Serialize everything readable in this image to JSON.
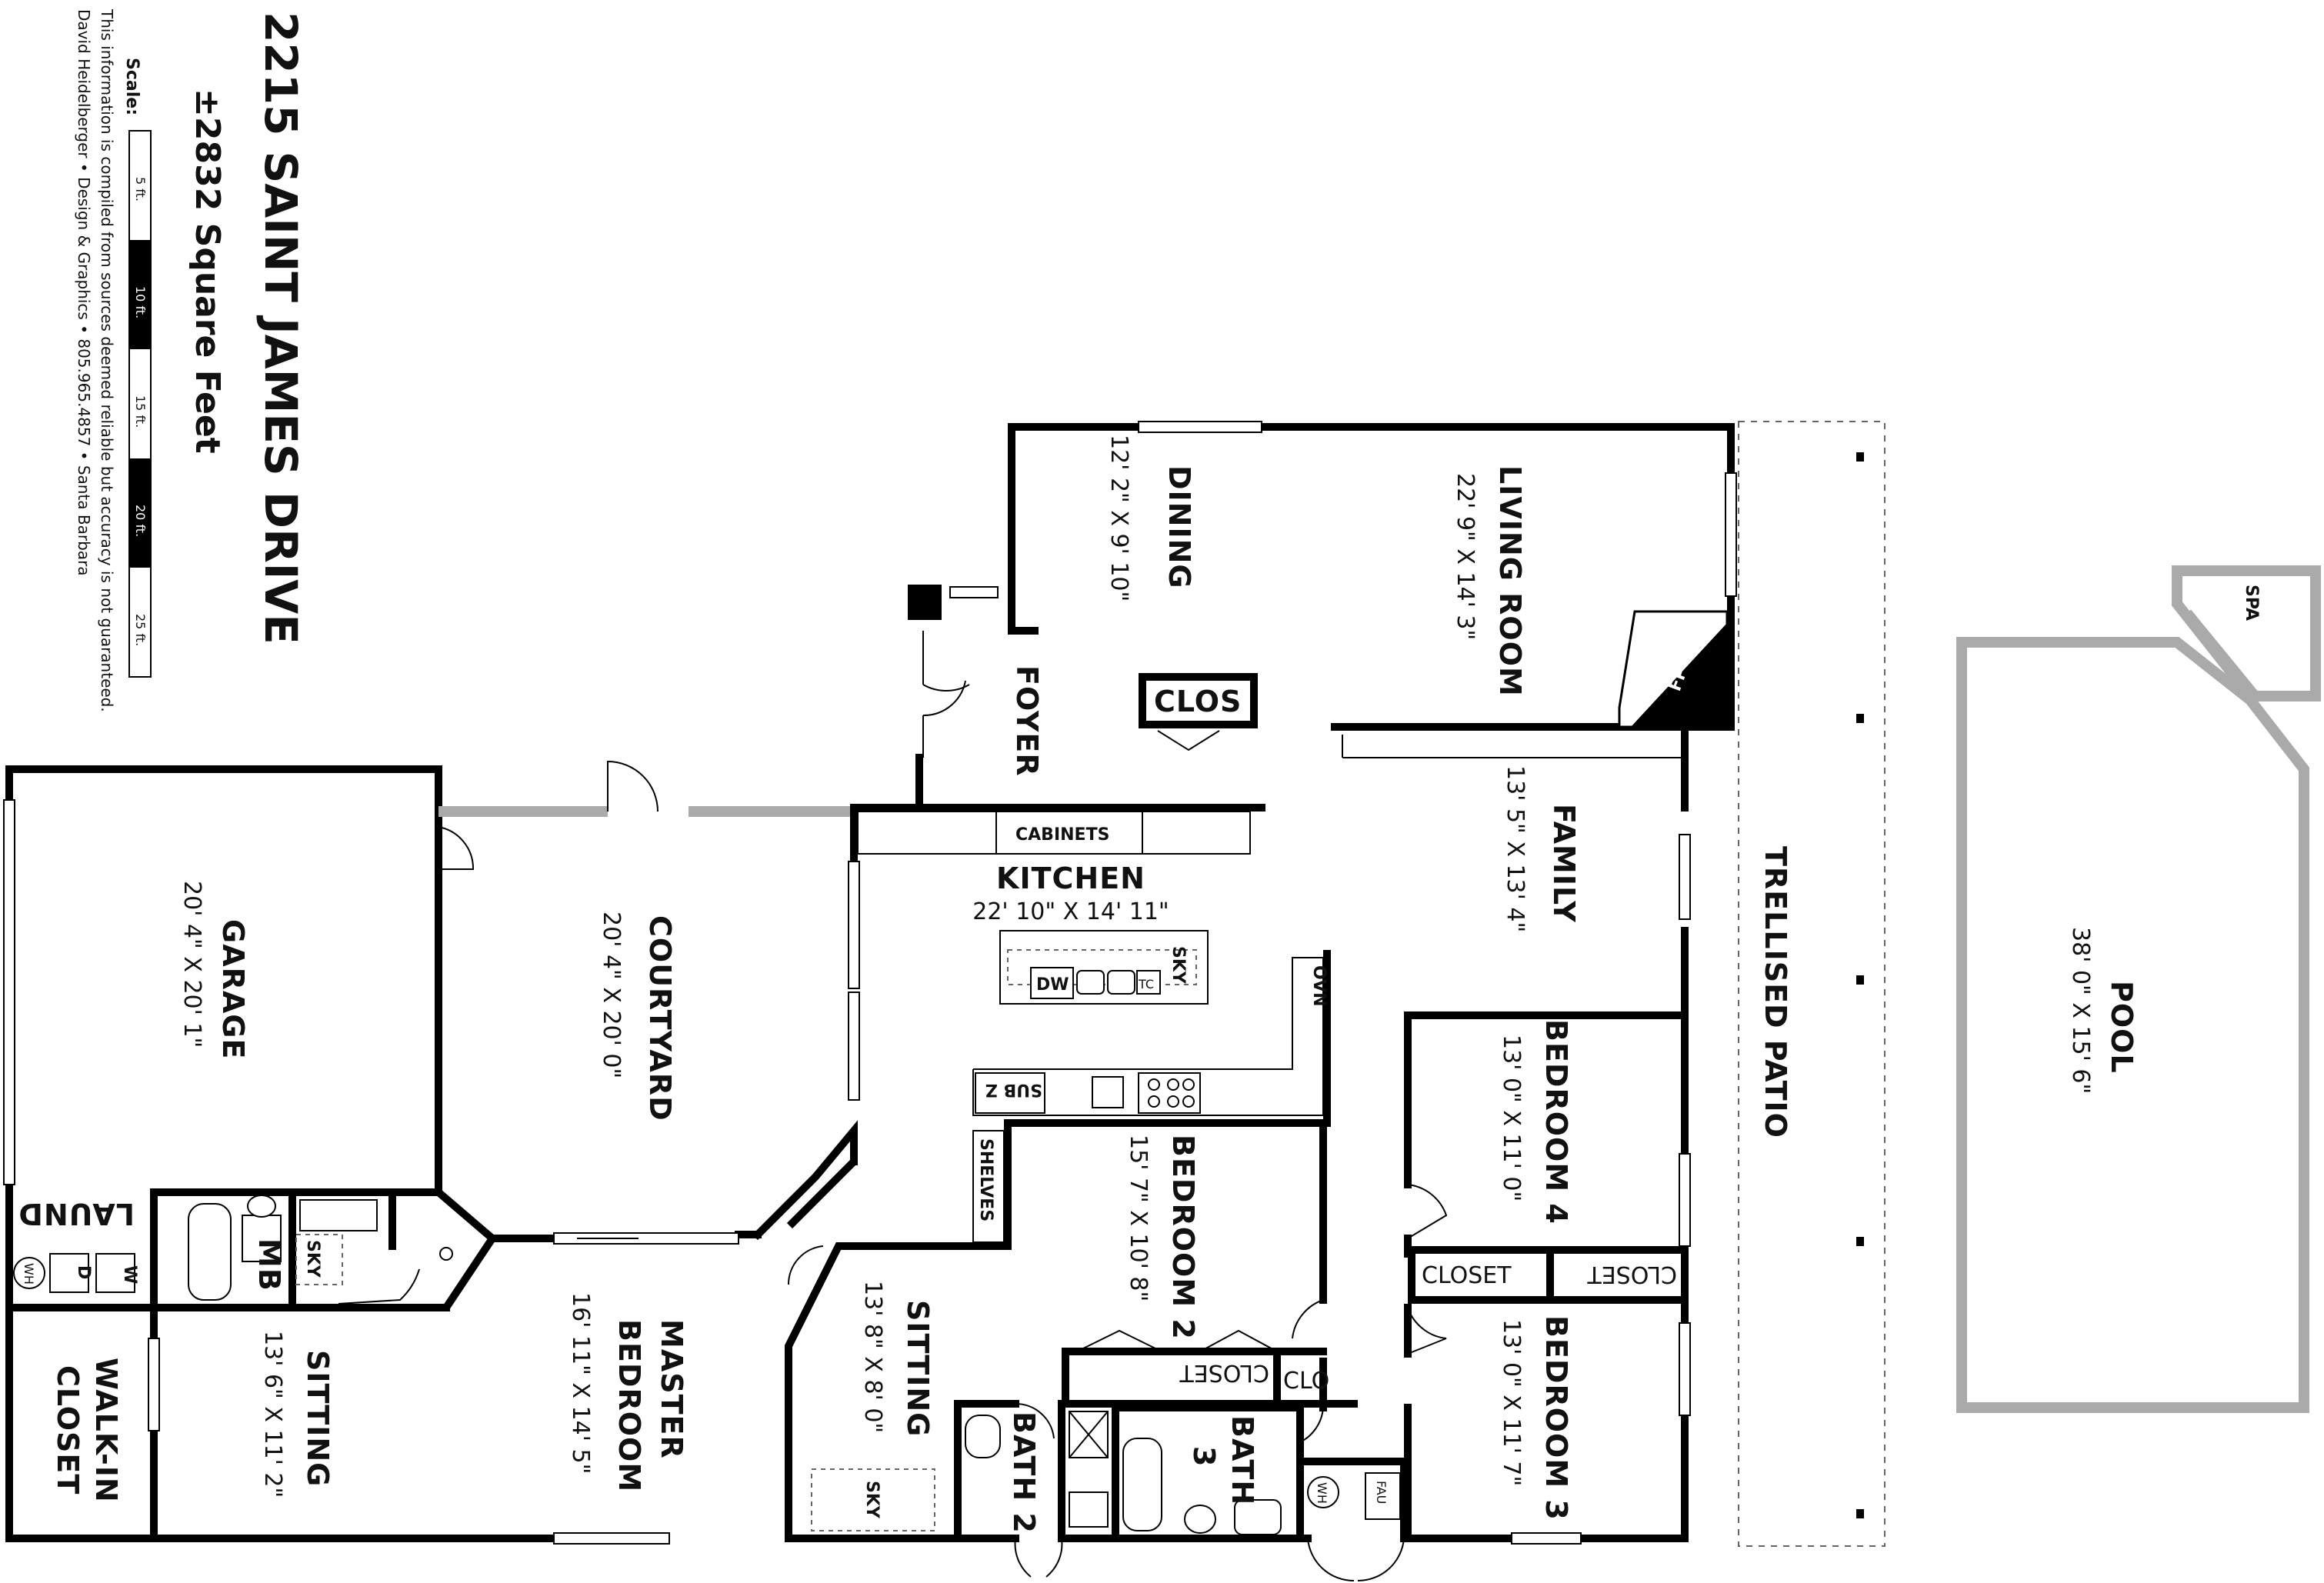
{
  "header": {
    "title": "2215 SAINT JAMES DRIVE",
    "area": "±2832 Square Feet",
    "scale_label": "Scale:",
    "scale_ticks": [
      "5 ft.",
      "10 ft.",
      "15 ft.",
      "20 ft.",
      "25 ft."
    ],
    "disclaimer": "This information is compiled from sources deemed reliable but accuracy is not guaranteed.",
    "credit": "David Heidelberger • Design & Graphics • 805.965.4857 • Santa Barbara"
  },
  "rooms": {
    "dining": {
      "name": "DINING",
      "dims": "12' 2\" X 9' 10\""
    },
    "living": {
      "name": "LIVING ROOM",
      "dims": "22' 9\" X 14' 3\""
    },
    "foyer": {
      "name": "FOYER"
    },
    "family": {
      "name": "FAMILY",
      "dims": "13' 5\" X 13' 4\""
    },
    "kitchen": {
      "name": "KITCHEN",
      "dims": "22' 10\" X 14' 11\""
    },
    "courtyard": {
      "name": "COURTYARD",
      "dims": "20' 4\" X 20' 0\""
    },
    "garage": {
      "name": "GARAGE",
      "dims": "20' 4\" X 20' 1\""
    },
    "trellised_patio": {
      "name": "TRELLISED PATIO"
    },
    "pool": {
      "name": "POOL",
      "dims": "38' 0\" X 15' 6\""
    },
    "spa": {
      "name": "SPA"
    },
    "bedroom4": {
      "name": "BEDROOM 4",
      "dims": "13' 0\" X 11' 0\""
    },
    "bedroom3": {
      "name": "BEDROOM 3",
      "dims": "13' 0\" X 11' 7\""
    },
    "bedroom2": {
      "name": "BEDROOM 2",
      "dims": "15' 7\" X 10' 8\""
    },
    "master": {
      "name_line1": "MASTER",
      "name_line2": "BEDROOM",
      "dims": "16' 11\" X 14' 5\""
    },
    "sitting_master": {
      "name": "SITTING",
      "dims": "13' 6\" X 11' 2\""
    },
    "sitting_mid": {
      "name": "SITTING",
      "dims": "13' 8\" X 8' 0\""
    },
    "walkin": {
      "name_line1": "WALK-IN",
      "name_line2": "CLOSET"
    },
    "laund": {
      "name": "LAUND"
    },
    "bath2": {
      "name": "BATH 2"
    },
    "bath3": {
      "name_line1": "BATH",
      "name_line2": "3"
    }
  },
  "fixtures": {
    "clos": "CLOS",
    "fp": "FP",
    "cabinets": "CABINETS",
    "closet": "CLOSET",
    "clo": "CLO",
    "shelves": "SHELVES",
    "sub_z": "SUB Z",
    "ovn": "OVN",
    "sky": "SKY",
    "dw": "DW",
    "tc": "TC",
    "mb": "MB",
    "wh": "WH",
    "fau": "FAU",
    "w": "W",
    "d": "D"
  }
}
